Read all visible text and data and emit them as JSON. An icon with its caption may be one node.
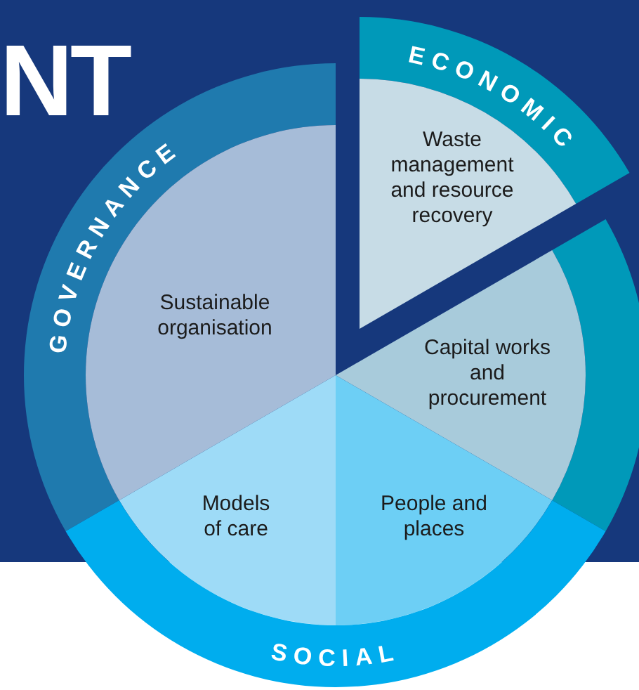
{
  "diagram": {
    "title": "NT",
    "nodes": [
      {
        "text": [
          "GOVERNANCE"
        ]
      },
      {
        "text": [
          "Sustainable organisation"
        ]
      },
      {
        "text": [
          "ECONOMIC"
        ]
      },
      {
        "text": [
          "Waste management and resource recovery"
        ]
      },
      {
        "text": [],
        "shape": "band"
      },
      {
        "text": [
          "Capital works and procurement"
        ]
      },
      {
        "text": [
          "Models of care"
        ]
      },
      {
        "text": [
          "People and places"
        ]
      },
      {
        "text": [
          "SOCIAL"
        ]
      }
    ]
  }
}
